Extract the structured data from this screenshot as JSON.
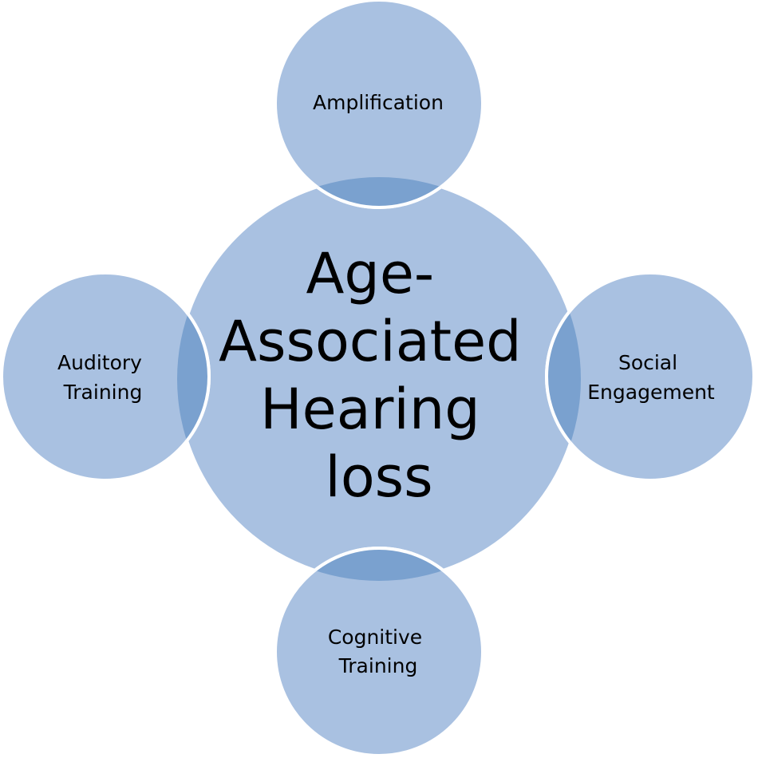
{
  "diagram": {
    "center": {
      "lines": [
        "Age-",
        "Associated",
        "Hearing",
        "loss"
      ]
    },
    "top": {
      "lines": [
        "Amplification"
      ]
    },
    "right": {
      "lines": [
        "Social",
        "Engagement"
      ]
    },
    "bottom": {
      "lines": [
        "Cognitive",
        "Training"
      ]
    },
    "left": {
      "lines": [
        "Auditory",
        "Training"
      ]
    }
  },
  "colors": {
    "circle_fill": "#a9c1e1",
    "overlap_fill": "#7aa1cf",
    "stroke": "#ffffff",
    "text": "#000000"
  }
}
